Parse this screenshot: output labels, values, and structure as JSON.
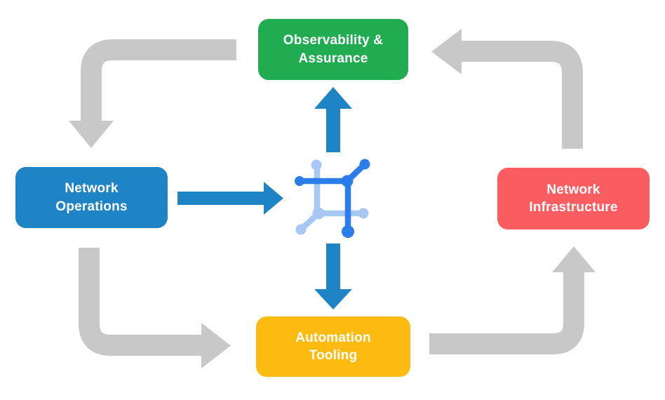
{
  "diagram": {
    "title": "Network automation lifecycle diagram",
    "background_color": "#ffffff",
    "nodes": [
      {
        "id": "observability",
        "label": "Observability & Assurance",
        "color": "#22AC52",
        "text_color": "#ffffff",
        "position": "top-center"
      },
      {
        "id": "operations",
        "label": "Network Operations",
        "color": "#1F84C5",
        "text_color": "#ffffff",
        "position": "middle-left"
      },
      {
        "id": "infrastructure",
        "label": "Network Infrastructure",
        "color": "#FB5D60",
        "text_color": "#ffffff",
        "position": "middle-right"
      },
      {
        "id": "tooling",
        "label": "Automation Tooling",
        "color": "#FDBB11",
        "text_color": "#ffffff",
        "position": "bottom-center"
      }
    ],
    "center_icon": {
      "name": "network-hub-icon",
      "dark_color": "#2B7DE9",
      "light_color": "#A7C7F4"
    },
    "cycle_arrows": [
      {
        "from": "observability",
        "to": "operations",
        "corner": "top-left",
        "color": "#C8C8C8"
      },
      {
        "from": "operations",
        "to": "tooling",
        "corner": "bottom-left",
        "color": "#C8C8C8"
      },
      {
        "from": "tooling",
        "to": "infrastructure",
        "corner": "bottom-right",
        "color": "#C8C8C8"
      },
      {
        "from": "infrastructure",
        "to": "observability",
        "corner": "top-right",
        "color": "#C8C8C8"
      }
    ],
    "flow_arrows": [
      {
        "from": "operations",
        "to": "center-icon",
        "direction": "right",
        "color": "#1F84C5"
      },
      {
        "from": "center-icon",
        "to": "observability",
        "direction": "up",
        "color": "#1F84C5"
      },
      {
        "from": "center-icon",
        "to": "tooling",
        "direction": "down",
        "color": "#1F84C5"
      }
    ]
  }
}
